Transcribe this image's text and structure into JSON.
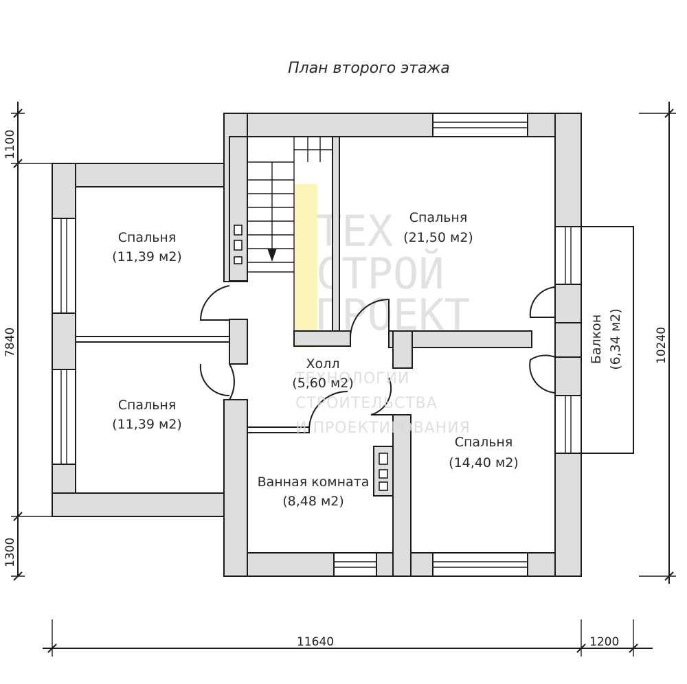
{
  "title": "План второго этажа",
  "rooms": {
    "bedroom_top_left": {
      "name": "Спальня",
      "area": "(11,39 м2)"
    },
    "bedroom_bottom_left": {
      "name": "Спальня",
      "area": "(11,39 м2)"
    },
    "bedroom_top_right": {
      "name": "Спальня",
      "area": "(21,50 м2)"
    },
    "bedroom_bottom_right": {
      "name": "Спальня",
      "area": "(14,40 м2)"
    },
    "hall": {
      "name": "Холл",
      "area": "(5,60 м2)"
    },
    "bathroom": {
      "name": "Ванная комната",
      "area": "(8,48 м2)"
    },
    "balcony": {
      "name": "Балкон",
      "area": "(6,34 м2)"
    }
  },
  "dimensions": {
    "left_top": "1100",
    "left_middle": "7840",
    "left_bottom": "1300",
    "right_total": "10240",
    "bottom_main": "11640",
    "bottom_balcony": "1200"
  },
  "watermark": {
    "line1": "ТЕХ",
    "line2": "СТРОЙ",
    "line3": "ПРОЕКТ",
    "tag1": "ТЕХНОЛОГИИ",
    "tag2": "СТРОИТЕЛЬСТВА",
    "tag3": "И ПРОЕКТИРОВАНИЯ"
  }
}
